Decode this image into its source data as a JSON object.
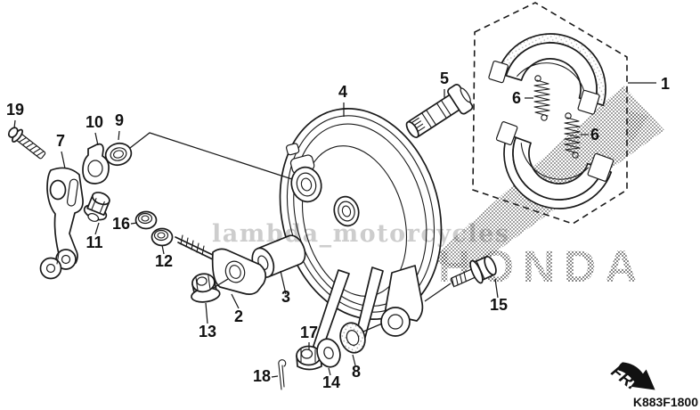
{
  "diagram": {
    "drawing_code": "K883F1800",
    "front_indicator": "FR.",
    "watermark_dealer": "lambda_motorcycles",
    "watermark_brand": "HONDA",
    "callouts": [
      "1",
      "2",
      "3",
      "4",
      "5",
      "6",
      "6",
      "7",
      "8",
      "9",
      "10",
      "11",
      "12",
      "13",
      "14",
      "15",
      "16",
      "17",
      "18",
      "19"
    ]
  },
  "colors": {
    "line": "#1a1a1a",
    "background": "#ffffff",
    "watermark_gray": "#cbcbcb"
  }
}
